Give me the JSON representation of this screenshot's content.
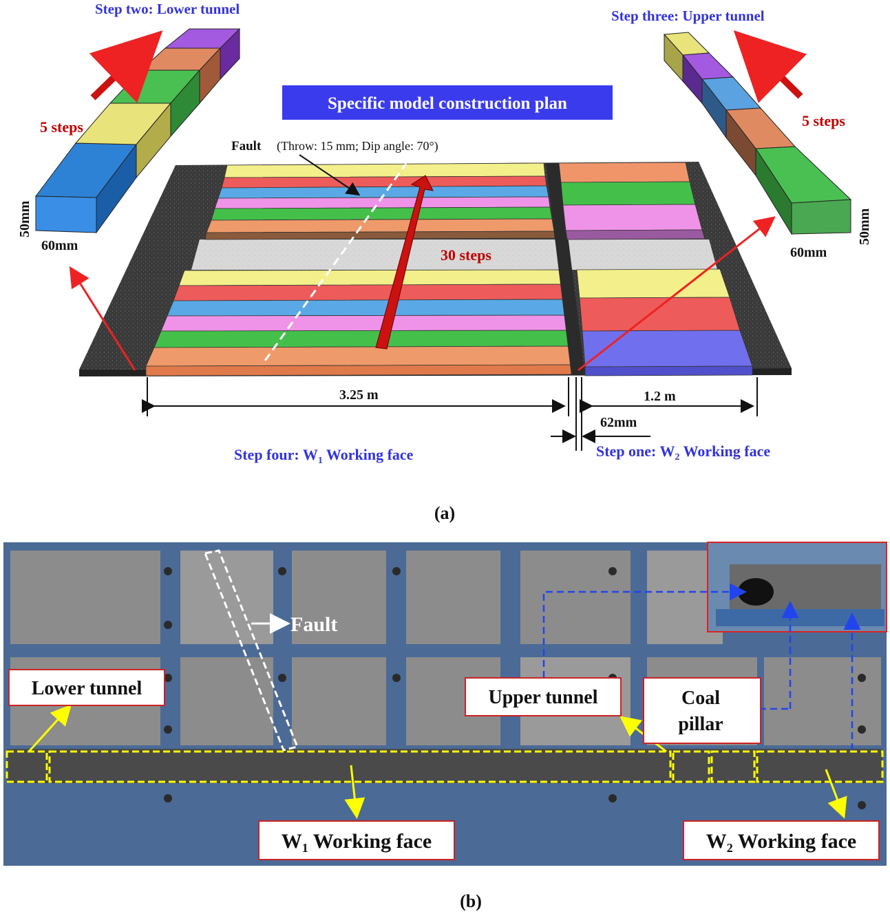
{
  "panel_a": {
    "title_box": "Specific model construction plan",
    "step_two": "Step two: Lower tunnel",
    "step_three": "Step three: Upper tunnel",
    "step_four_prefix": "Step four: W",
    "step_four_sub": "1",
    "step_four_suffix": " Working face",
    "step_one_prefix": "Step one: W",
    "step_one_sub": "2",
    "step_one_suffix": " Working face",
    "left_steps": "5 steps",
    "right_steps": "5 steps",
    "center_steps": "30 steps",
    "fault_label": "Fault",
    "fault_detail": "(Throw: 15 mm; Dip angle: 70°)",
    "dim_left_height": "50mm",
    "dim_left_width": "60mm",
    "dim_right_height": "50mm",
    "dim_right_width": "60mm",
    "dim_w1": "3.25 m",
    "dim_w2": "1.2 m",
    "dim_pillar": "62mm",
    "caption": "(a)"
  },
  "panel_b": {
    "fault_label": "Fault",
    "lower_tunnel": "Lower tunnel",
    "upper_tunnel": "Upper tunnel",
    "coal_pillar_1": "Coal",
    "coal_pillar_2": "pillar",
    "w1_prefix": "W",
    "w1_sub": "1",
    "w1_suffix": " Working face",
    "w2_prefix": "W",
    "w2_sub": "2",
    "w2_suffix": " Working face",
    "caption": "(b)"
  },
  "colors": {
    "label_blue": "#3333dd",
    "label_red": "#c00000",
    "frame_blue": "#4a6a9a",
    "callout_yellow": "#ffff00"
  }
}
